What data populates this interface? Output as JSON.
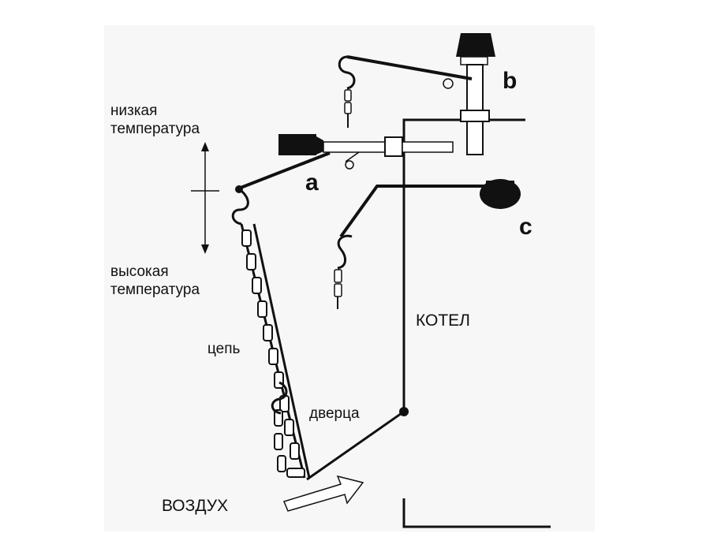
{
  "labels": {
    "low_temp_line1": "низкая",
    "low_temp_line2": "температура",
    "high_temp_line1": "высокая",
    "high_temp_line2": "температура",
    "chain": "цепь",
    "door": "дверца",
    "boiler": "КОТЕЛ",
    "air": "ВОЗДУХ",
    "lever_a": "a",
    "lever_b": "b",
    "lever_c": "c"
  },
  "colors": {
    "line": "#111111",
    "panel": "#f7f7f7",
    "arrow_fill": "#ffffff"
  }
}
